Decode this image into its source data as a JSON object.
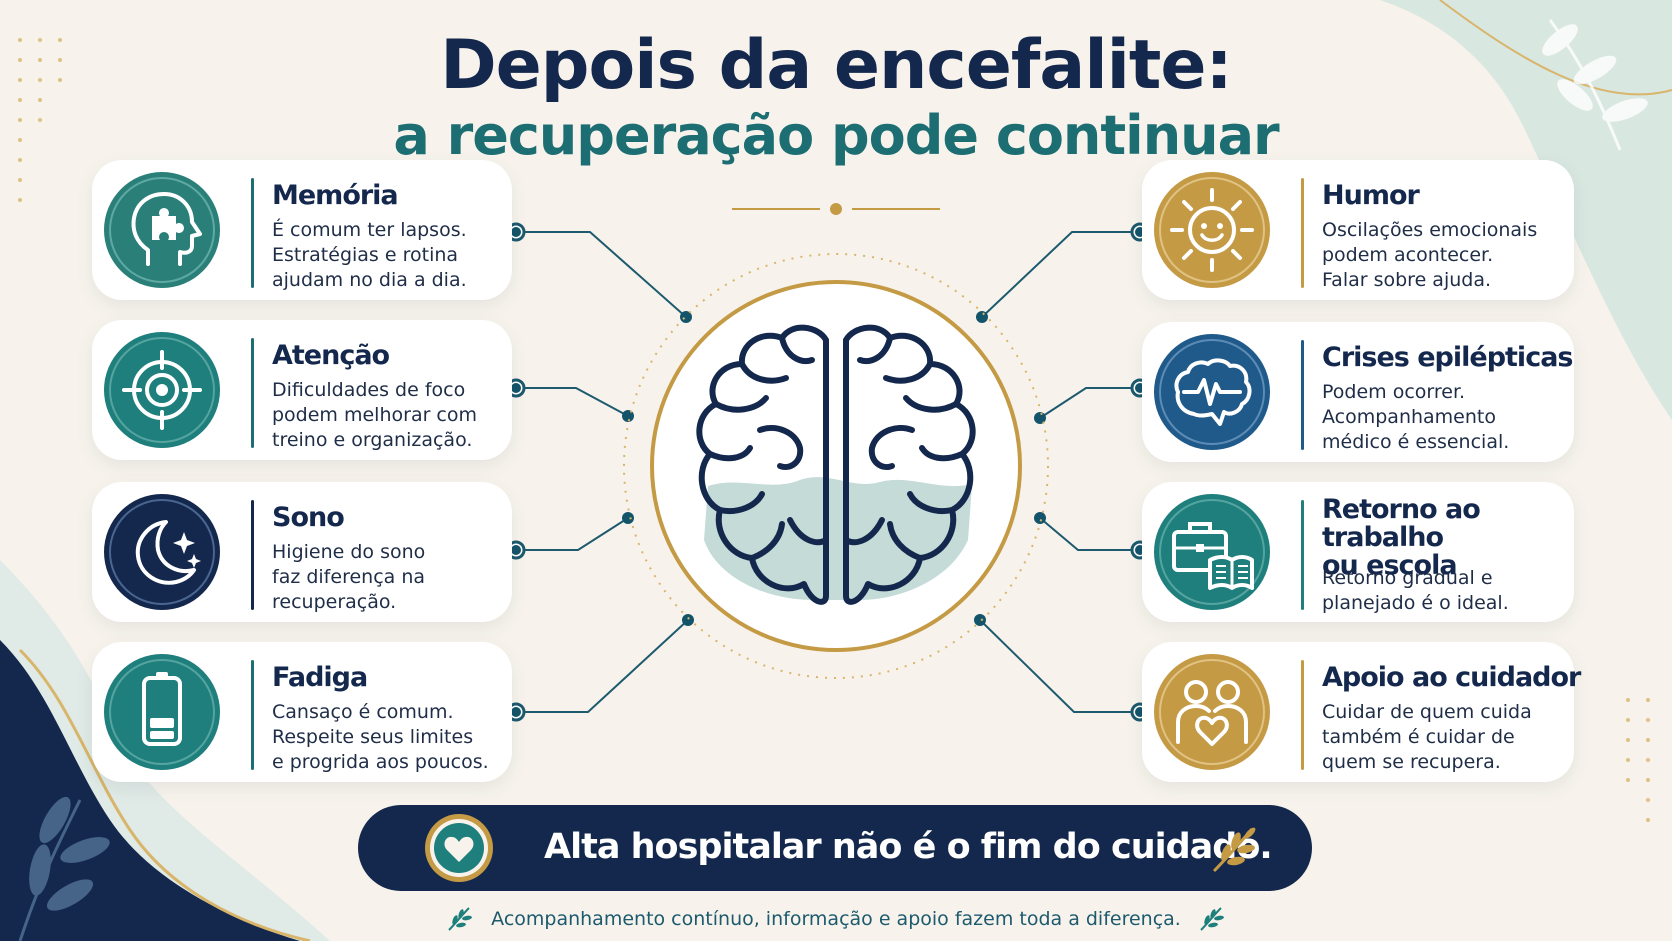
{
  "title": "Depois da encefalite:",
  "subtitle": "a recuperação pode continuar",
  "left_cards": [
    {
      "title": "Memória",
      "description": "É comum ter lapsos.\nEstratégias e rotina\najudam no dia a dia.",
      "icon": "head-puzzle-icon",
      "color": "#2a8079"
    },
    {
      "title": "Atenção",
      "description": "Dificuldades de foco\npodem melhorar com\ntreino e organização.",
      "icon": "target-icon",
      "color": "#1e7f7c"
    },
    {
      "title": "Sono",
      "description": "Higiene do sono\nfaz diferença na\nrecuperação.",
      "icon": "moon-stars-icon",
      "color": "#14284d"
    },
    {
      "title": "Fadiga",
      "description": "Cansaço é comum.\nRespeite seus limites\ne progrida aos poucos.",
      "icon": "battery-low-icon",
      "color": "#1e7f7c"
    }
  ],
  "right_cards": [
    {
      "title": "Humor",
      "description": "Oscilações emocionais\npodem acontecer.\nFalar sobre ajuda.",
      "icon": "smiling-sun-icon",
      "color": "#c49a45"
    },
    {
      "title": "Crises epilépticas",
      "description": "Podem ocorrer.\nAcompanhamento\nmédico é essencial.",
      "icon": "brain-pulse-icon",
      "color": "#1f5a8a"
    },
    {
      "title": "Retorno ao trabalho\nou escola",
      "description": "Retorno gradual e\nplanejado é o ideal.",
      "icon": "briefcase-book-icon",
      "color": "#1e7f7c"
    },
    {
      "title": "Apoio ao cuidador",
      "description": "Cuidar de quem cuida\ntambém é cuidar de\nquem se recupera.",
      "icon": "two-people-heart-icon",
      "color": "#c49a45"
    }
  ],
  "banner": {
    "text": "Alta hospitalar não é o fim do cuidado."
  },
  "footnote": "Acompanhamento contínuo, informação e apoio fazem toda a diferença.",
  "colors": {
    "navy": "#14284d",
    "teal": "#1e7f7c",
    "gold": "#c49a45",
    "background": "#f7f3ec"
  }
}
